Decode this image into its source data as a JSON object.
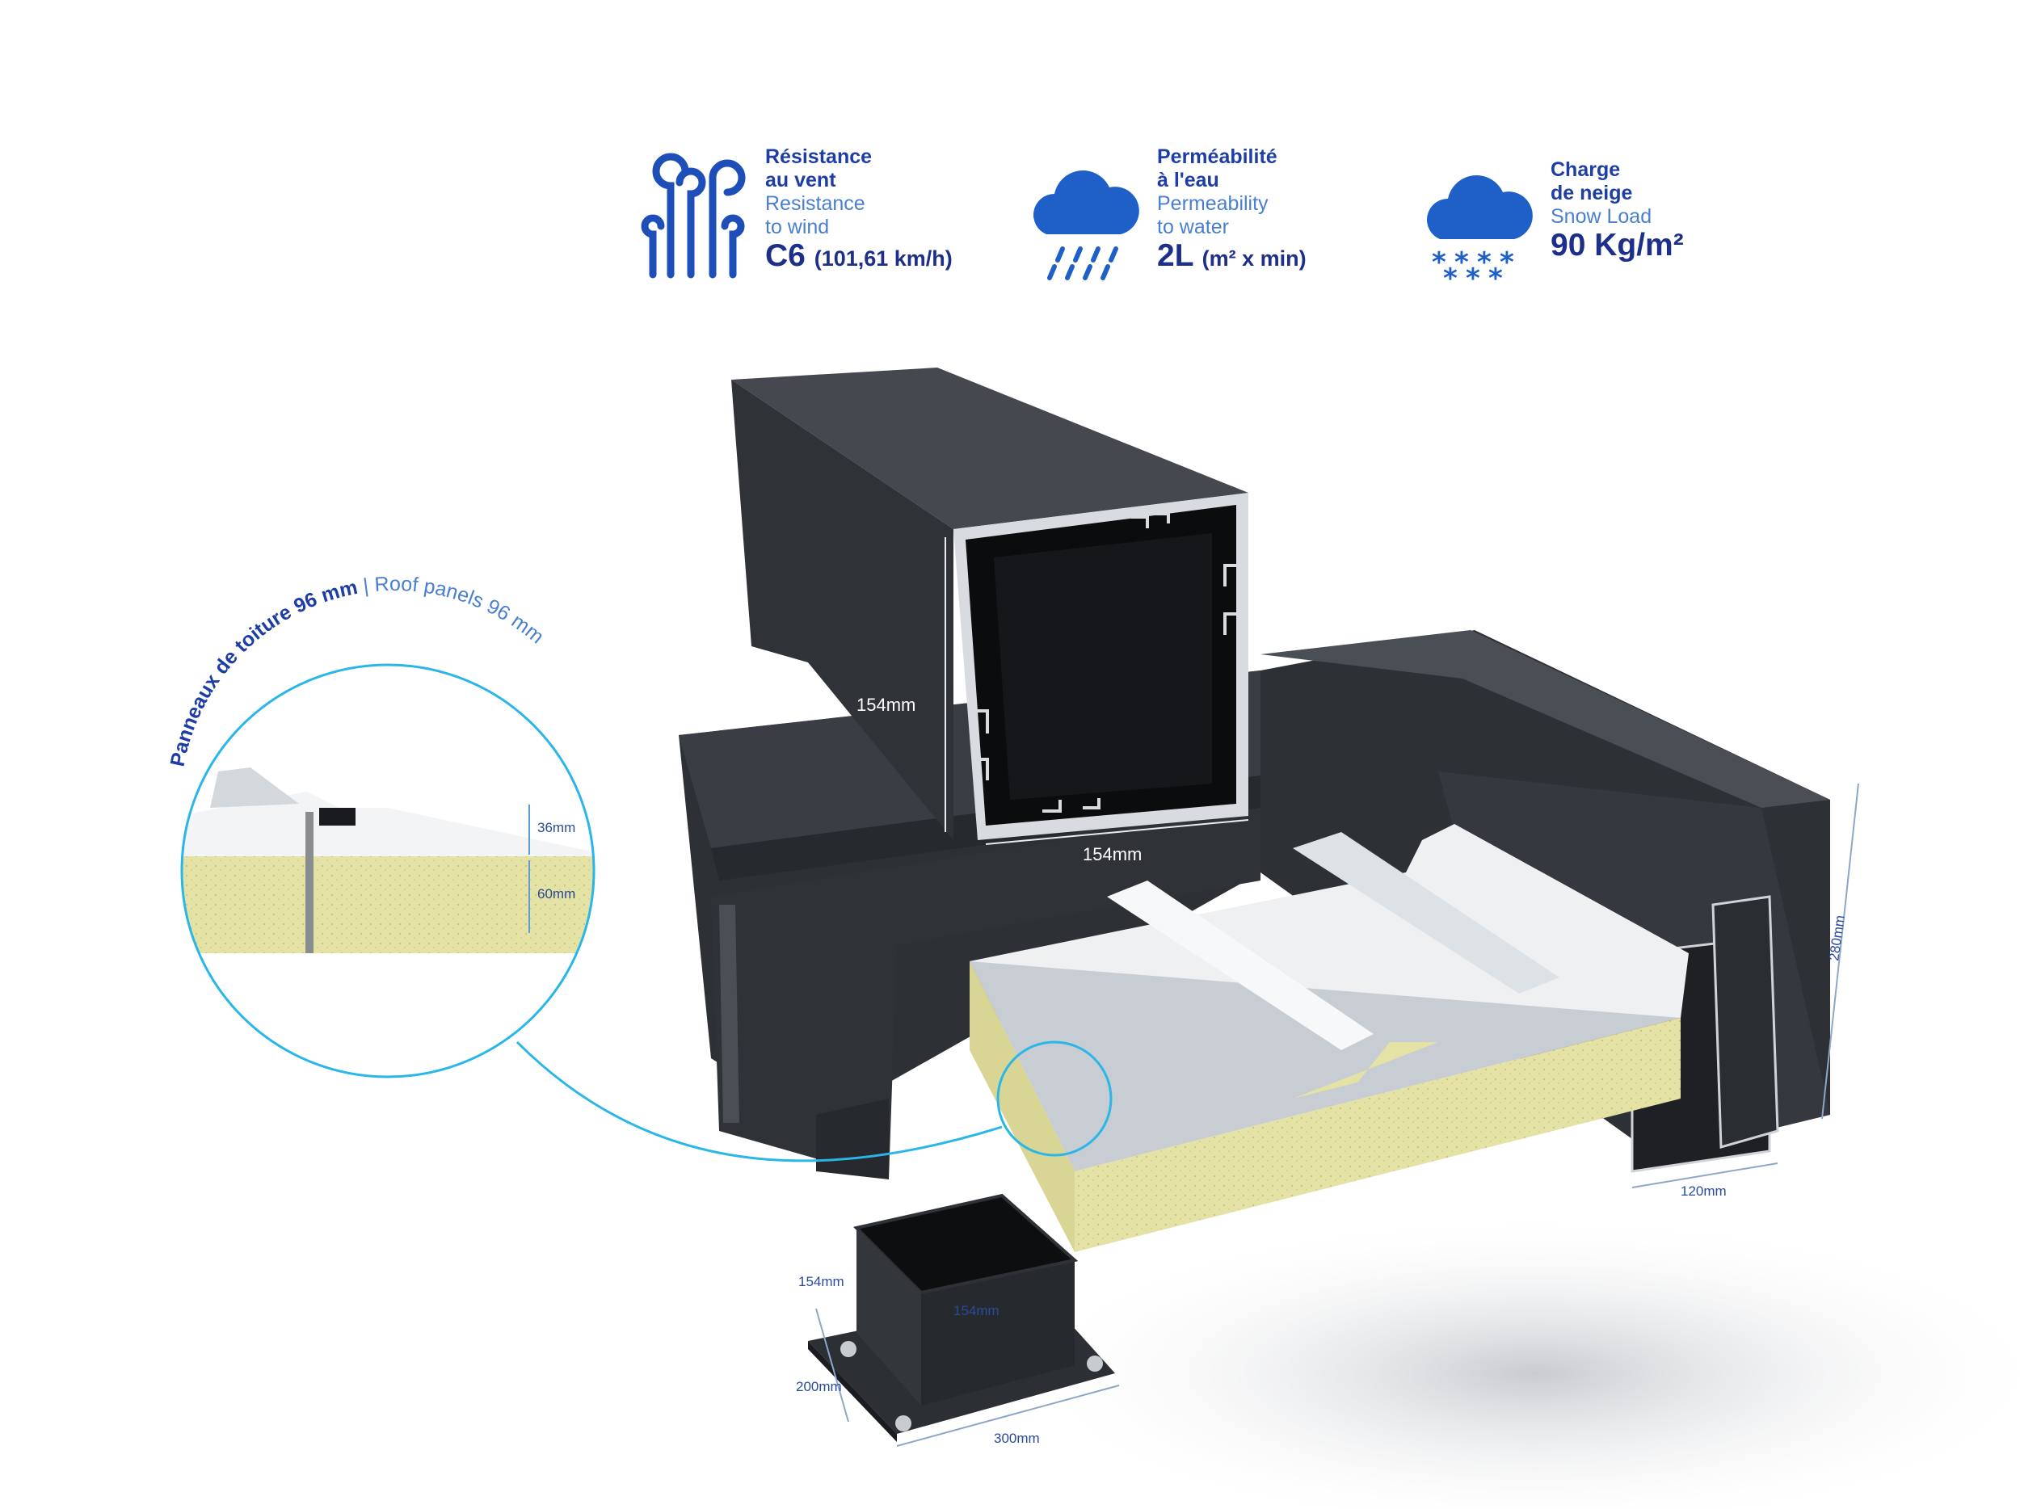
{
  "specs": [
    {
      "icon": "wind-icon",
      "label_fr_1": "Résistance",
      "label_fr_2": "au vent",
      "label_en_1": "Resistance",
      "label_en_2": "to wind",
      "value": "C6",
      "value_unit": "(101,61 km/h)"
    },
    {
      "icon": "rain-cloud-icon",
      "label_fr_1": "Perméabilité",
      "label_fr_2": "à l'eau",
      "label_en_1": "Permeability",
      "label_en_2": "to water",
      "value": "2L",
      "value_unit": "(m² x min)"
    },
    {
      "icon": "snow-cloud-icon",
      "label_fr_1": "Charge",
      "label_fr_2": "de neige",
      "label_en_1": "Snow Load",
      "label_en_2": "",
      "value": "90 Kg/m²",
      "value_unit": ""
    }
  ],
  "callout": {
    "title_fr": "Panneaux de toiture 96 mm",
    "separator": " | ",
    "title_en": "Roof panels 96 mm"
  },
  "dimensions": {
    "post_height": "154mm",
    "post_width": "154mm",
    "panel_top": "36mm",
    "panel_core": "60mm",
    "gutter_height": "280mm",
    "gutter_width": "120mm",
    "base_top": "154mm",
    "base_depth": "154mm",
    "base_height": "200mm",
    "base_width": "300mm"
  },
  "colors": {
    "accent": "#1e3ea6",
    "callout": "#29b6e8",
    "aluminium": "#3a3d42",
    "foam": "#e4e2a4"
  }
}
